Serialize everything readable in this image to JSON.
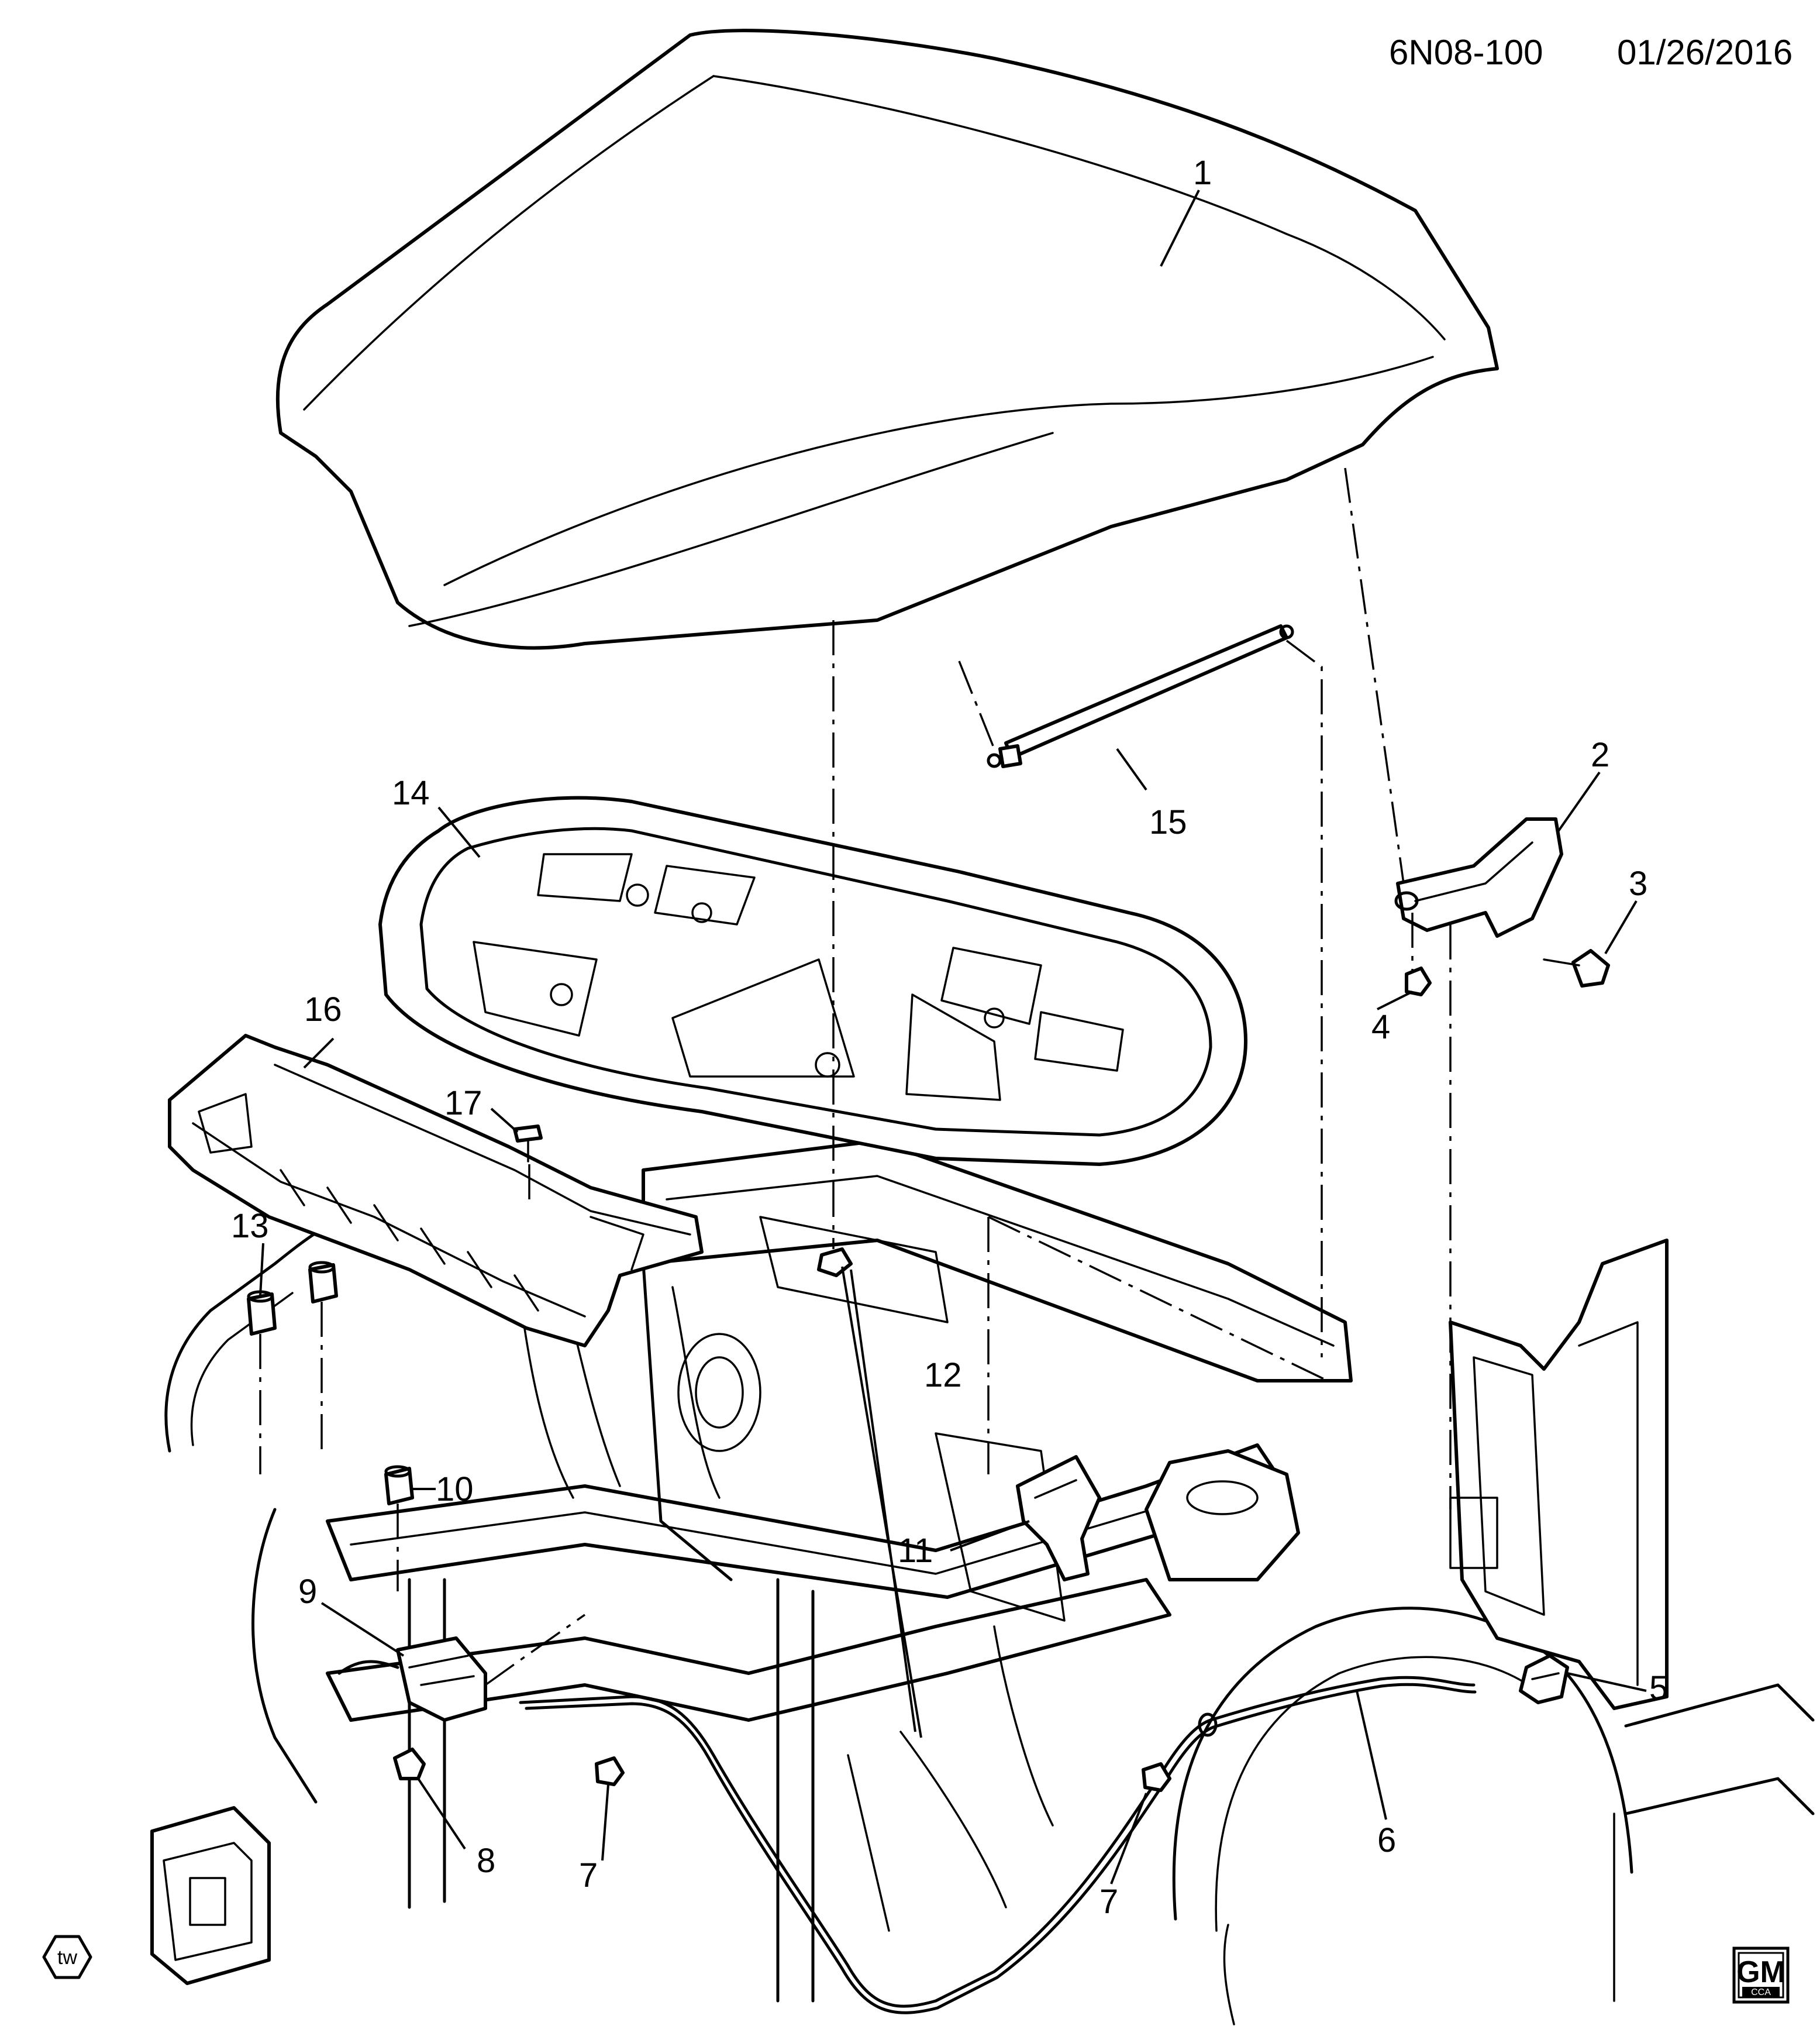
{
  "header": {
    "diagram_code": "6N08-100",
    "date": "01/26/2016"
  },
  "callouts": [
    {
      "id": "c1",
      "label": "1"
    },
    {
      "id": "c2",
      "label": "2"
    },
    {
      "id": "c3",
      "label": "3"
    },
    {
      "id": "c4",
      "label": "4"
    },
    {
      "id": "c5",
      "label": "5"
    },
    {
      "id": "c6",
      "label": "6"
    },
    {
      "id": "c7a",
      "label": "7"
    },
    {
      "id": "c7b",
      "label": "7"
    },
    {
      "id": "c8",
      "label": "8"
    },
    {
      "id": "c9",
      "label": "9"
    },
    {
      "id": "c10",
      "label": "10"
    },
    {
      "id": "c11",
      "label": "11"
    },
    {
      "id": "c12",
      "label": "12"
    },
    {
      "id": "c13",
      "label": "13"
    },
    {
      "id": "c14",
      "label": "14"
    },
    {
      "id": "c15",
      "label": "15"
    },
    {
      "id": "c16",
      "label": "16"
    },
    {
      "id": "c17",
      "label": "17"
    }
  ],
  "badges": {
    "tw": "tw",
    "gm_logo": "GM",
    "gm_sub": "CCA"
  },
  "colors": {
    "line": "#000000",
    "background": "#ffffff"
  }
}
